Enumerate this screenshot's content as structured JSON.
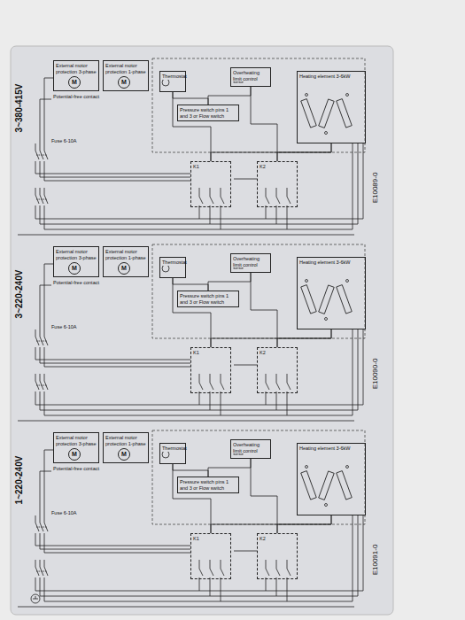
{
  "diagram": {
    "nodes": [
      {
        "text": [
          "External motor protection 3-phase",
          "M"
        ]
      },
      {
        "text": [
          "External motor protection 1-phase",
          "M"
        ]
      },
      {
        "text": [
          "Thermostat"
        ]
      },
      {
        "text": [
          "Overheating limit control"
        ]
      },
      {
        "text": [
          "Pressure switch pins 1 and 3 or Flow switch"
        ]
      },
      {
        "text": [
          "Heating element 3-6kW"
        ]
      },
      {
        "text": [
          "K1"
        ]
      },
      {
        "text": [
          "K2"
        ]
      },
      {
        "text": [
          "External motor protection 3-phase",
          "M"
        ]
      },
      {
        "text": [
          "External motor protection 1-phase",
          "M"
        ]
      },
      {
        "text": [
          "Thermostat"
        ]
      },
      {
        "text": [
          "Overheating limit control"
        ]
      },
      {
        "text": [
          "Pressure switch pins 1 and 3 or Flow switch"
        ]
      },
      {
        "text": [
          "Heating element 3-6kW"
        ]
      },
      {
        "text": [
          "K1"
        ]
      },
      {
        "text": [
          "K2"
        ]
      },
      {
        "text": [
          "External motor protection 3-phase",
          "M"
        ]
      },
      {
        "text": [
          "External motor protection 1-phase",
          "M"
        ]
      },
      {
        "text": [
          "Thermostat"
        ]
      },
      {
        "text": [
          "Overheating limit control"
        ]
      },
      {
        "text": [
          "Pressure switch pins 1 and 3 or Flow switch"
        ]
      },
      {
        "text": [
          "Heating element 3-6kW"
        ]
      },
      {
        "text": [
          "K1"
        ]
      },
      {
        "text": [
          "K2"
        ]
      }
    ],
    "edges": [
      {
        "from": 2,
        "to": 4,
        "arrow": "none"
      },
      {
        "from": 3,
        "to": 4,
        "arrow": "none"
      },
      {
        "from": 2,
        "to": 6,
        "arrow": "none"
      },
      {
        "from": 3,
        "to": 7,
        "arrow": "none"
      },
      {
        "from": 6,
        "to": 5,
        "arrow": "none"
      },
      {
        "from": 7,
        "to": 5,
        "arrow": "none"
      },
      {
        "from": 10,
        "to": 12,
        "arrow": "none"
      },
      {
        "from": 11,
        "to": 12,
        "arrow": "none"
      },
      {
        "from": 10,
        "to": 14,
        "arrow": "none"
      },
      {
        "from": 11,
        "to": 15,
        "arrow": "none"
      },
      {
        "from": 14,
        "to": 13,
        "arrow": "none"
      },
      {
        "from": 15,
        "to": 13,
        "arrow": "none"
      },
      {
        "from": 18,
        "to": 20,
        "arrow": "none"
      },
      {
        "from": 19,
        "to": 20,
        "arrow": "none"
      },
      {
        "from": 18,
        "to": 22,
        "arrow": "none"
      },
      {
        "from": 19,
        "to": 23,
        "arrow": "none"
      },
      {
        "from": 22,
        "to": 21,
        "arrow": "none"
      },
      {
        "from": 23,
        "to": 21,
        "arrow": "none"
      }
    ],
    "labels": [
      "3~380-415V",
      "Potential-free contact",
      "Fuse 6-10A",
      "E10089-0",
      "3~220-240V",
      "Potential-free contact",
      "Fuse 6-10A",
      "E10090-0",
      "1~220-240V",
      "Potential-free contact",
      "Fuse 6-10A",
      "E10091-0"
    ]
  }
}
